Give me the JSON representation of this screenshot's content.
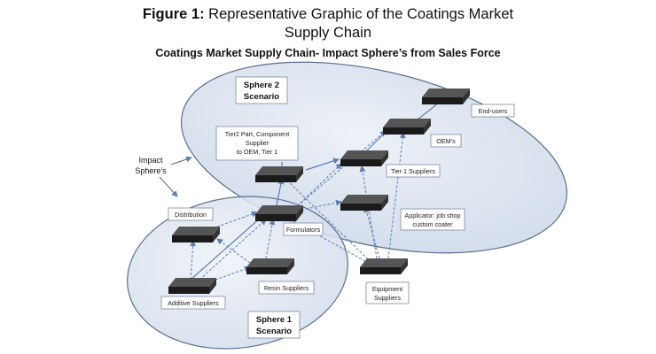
{
  "figure": {
    "title_bold": "Figure 1:",
    "title_line1": "Representative Graphic of the Coatings Market",
    "title_line2": "Supply Chain",
    "subtitle": "Coatings Market Supply Chain- Impact Sphere’s from Sales Force"
  },
  "spheres": {
    "sphere2": {
      "line1": "Sphere 2",
      "line2": "Scenario"
    },
    "sphere1": {
      "line1": "Sphere 1",
      "line2": "Scenario"
    },
    "impact": {
      "line1": "Impact",
      "line2": "Sphere’s"
    }
  },
  "labels": {
    "end_users": "End-users",
    "oems": "OEM’s",
    "tier2": [
      "Tier2 Part, Component",
      "Supplier",
      "to OEM, Tier 1"
    ],
    "tier1": "Tier 1 Suppliers",
    "applicator": [
      "Applicator: job shop",
      "custom coater"
    ],
    "distribution": "Distribution",
    "formulators": "Formulators",
    "resin": "Resin Suppliers",
    "additive": "Additive Suppliers",
    "equipment": [
      "Equipment",
      "Suppliers"
    ]
  },
  "colors": {
    "sphere_fill": "#dfe7f2",
    "sphere_stroke": "#5b6f8e",
    "node": "#1b1b1b",
    "arrow": "#5a7fb5",
    "box_stroke": "#7d8aa0"
  }
}
